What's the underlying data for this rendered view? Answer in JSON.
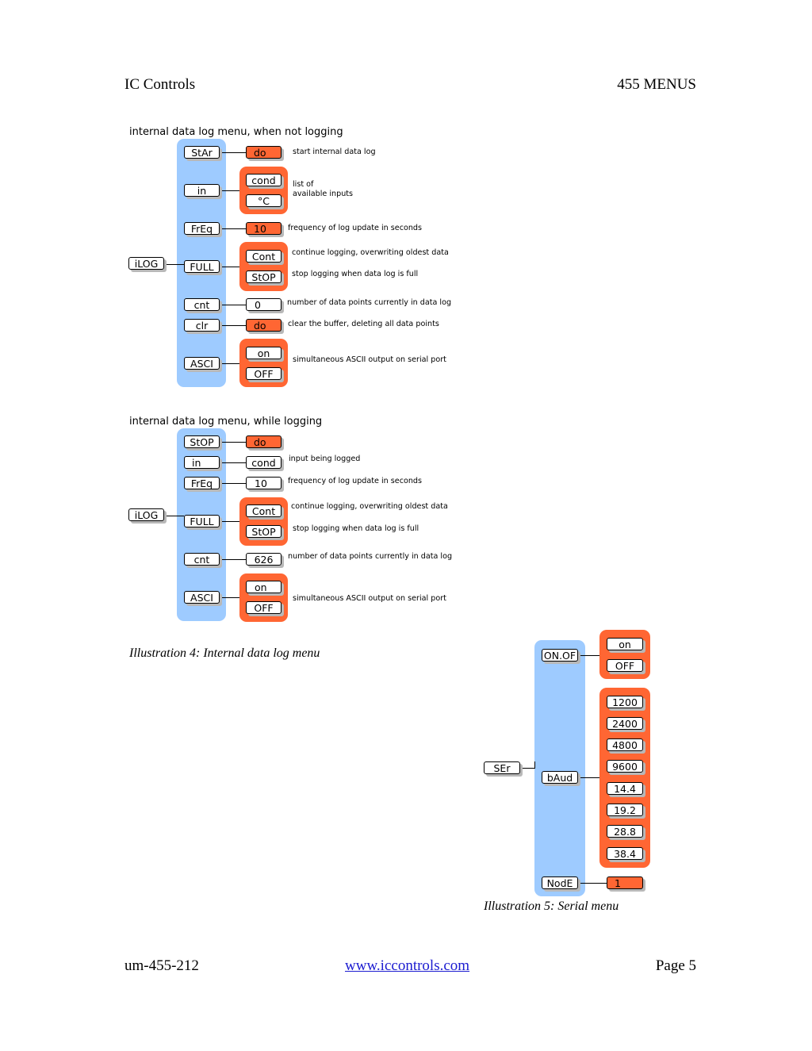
{
  "header": {
    "left": "IC Controls",
    "right": "455 MENUS"
  },
  "footer": {
    "left": "um-455-212",
    "link": "www.iccontrols.com",
    "right": "Page 5"
  },
  "menu_not_logging": {
    "title": "internal data log menu, when not logging",
    "root": "iLOG",
    "items": {
      "star": {
        "label": "StAr",
        "value": "do",
        "desc": "start internal data log"
      },
      "in": {
        "label": "in",
        "options": [
          "cond",
          "°C"
        ],
        "desc_line1": "list of",
        "desc_line2": "available inputs"
      },
      "freq": {
        "label": "FrEq",
        "value": "10",
        "desc": "frequency of log update in seconds"
      },
      "full": {
        "label": "FULL",
        "options": [
          "Cont",
          "StOP"
        ],
        "desc_cont": "continue logging, overwriting oldest data",
        "desc_stop": "stop logging when data log is full"
      },
      "cnt": {
        "label": "cnt",
        "value": "0",
        "desc": "number of data points currently in data log"
      },
      "clr": {
        "label": "clr",
        "value": "do",
        "desc": "clear the buffer, deleting all data points"
      },
      "asci": {
        "label": "ASCI",
        "options": [
          "on",
          "OFF"
        ],
        "desc": "simultaneous ASCII output on serial port"
      }
    }
  },
  "menu_logging": {
    "title": "internal data log menu, while logging",
    "root": "iLOG",
    "items": {
      "stop": {
        "label": "StOP",
        "value": "do"
      },
      "in": {
        "label": "in",
        "value": "cond",
        "desc": "input being logged"
      },
      "freq": {
        "label": "FrEq",
        "value": "10",
        "desc": "frequency of log update in seconds"
      },
      "full": {
        "label": "FULL",
        "options": [
          "Cont",
          "StOP"
        ],
        "desc_cont": "continue logging, overwriting oldest data",
        "desc_stop": "stop logging when data log is full"
      },
      "cnt": {
        "label": "cnt",
        "value": "626",
        "desc": "number of data points currently in data log"
      },
      "asci": {
        "label": "ASCI",
        "options": [
          "on",
          "OFF"
        ],
        "desc": "simultaneous ASCII output on serial port"
      }
    }
  },
  "caption_4": "Illustration 4:  Internal data log menu",
  "serial_menu": {
    "root": "SEr",
    "onof": {
      "label": "ON.OF",
      "options": [
        "on",
        "OFF"
      ]
    },
    "baud": {
      "label": "bAud",
      "options": [
        "1200",
        "2400",
        "4800",
        "9600",
        "14.4",
        "19.2",
        "28.8",
        "38.4"
      ]
    },
    "node": {
      "label": "NodE",
      "value": "1"
    }
  },
  "caption_5": "Illustration 5:  Serial menu",
  "colors": {
    "menu_blue": "#9ecbff",
    "option_orange": "#ff6633"
  }
}
